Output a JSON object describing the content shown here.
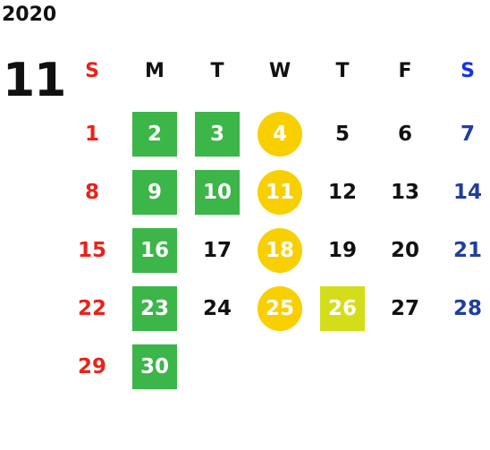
{
  "calendar": {
    "year": "2020",
    "month": "11",
    "weekdays": [
      {
        "label": "S",
        "kind": "sun"
      },
      {
        "label": "M",
        "kind": "wk"
      },
      {
        "label": "T",
        "kind": "wk"
      },
      {
        "label": "W",
        "kind": "wk"
      },
      {
        "label": "T",
        "kind": "wk"
      },
      {
        "label": "F",
        "kind": "wk"
      },
      {
        "label": "S",
        "kind": "sat"
      }
    ],
    "weeks": [
      [
        {
          "d": "1",
          "m": ""
        },
        {
          "d": "2",
          "m": "green"
        },
        {
          "d": "3",
          "m": "green"
        },
        {
          "d": "4",
          "m": "circle"
        },
        {
          "d": "5",
          "m": ""
        },
        {
          "d": "6",
          "m": ""
        },
        {
          "d": "7",
          "m": ""
        }
      ],
      [
        {
          "d": "8",
          "m": ""
        },
        {
          "d": "9",
          "m": "green"
        },
        {
          "d": "10",
          "m": "green"
        },
        {
          "d": "11",
          "m": "circle"
        },
        {
          "d": "12",
          "m": ""
        },
        {
          "d": "13",
          "m": ""
        },
        {
          "d": "14",
          "m": ""
        }
      ],
      [
        {
          "d": "15",
          "m": ""
        },
        {
          "d": "16",
          "m": "green"
        },
        {
          "d": "17",
          "m": ""
        },
        {
          "d": "18",
          "m": "circle"
        },
        {
          "d": "19",
          "m": ""
        },
        {
          "d": "20",
          "m": ""
        },
        {
          "d": "21",
          "m": ""
        }
      ],
      [
        {
          "d": "22",
          "m": ""
        },
        {
          "d": "23",
          "m": "green"
        },
        {
          "d": "24",
          "m": ""
        },
        {
          "d": "25",
          "m": "circle"
        },
        {
          "d": "26",
          "m": "lime"
        },
        {
          "d": "27",
          "m": ""
        },
        {
          "d": "28",
          "m": ""
        }
      ],
      [
        {
          "d": "29",
          "m": ""
        },
        {
          "d": "30",
          "m": "green"
        },
        null,
        null,
        null,
        null,
        null
      ]
    ]
  },
  "colors": {
    "sunday": "#e8231b",
    "weekday": "#111111",
    "saturday": "#1f3f9a",
    "saturday_header": "#1533e8",
    "green_marker": "#3cb549",
    "yellow_marker": "#f8cf00",
    "lime_marker": "#d4dd1a",
    "marker_text": "#ffffff"
  }
}
